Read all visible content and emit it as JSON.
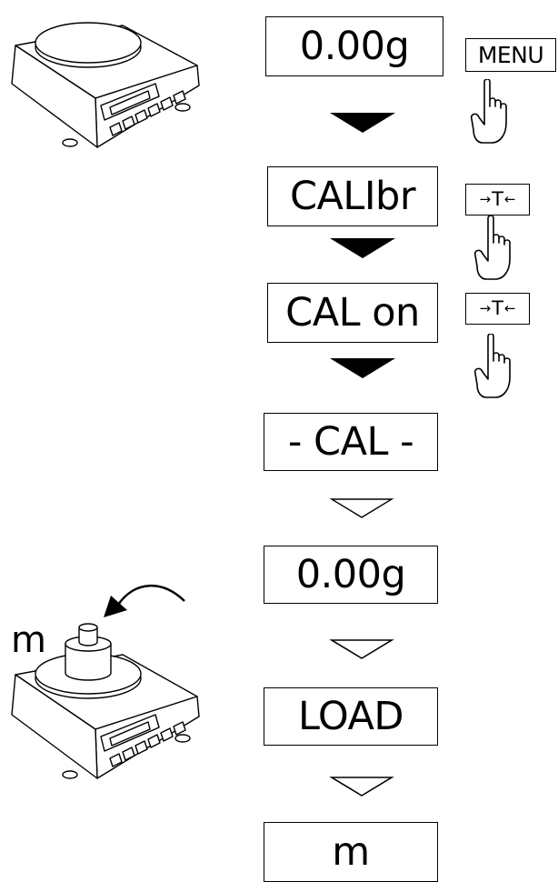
{
  "steps": [
    {
      "display": "0.00g",
      "key": "MENU"
    },
    {
      "display": "CALIbr",
      "key": "tare"
    },
    {
      "display": "CAL on",
      "key": "tare"
    },
    {
      "display": "- CAL -"
    },
    {
      "display": "0.00g"
    },
    {
      "display": "LOAD"
    },
    {
      "display": "m"
    }
  ],
  "keys": {
    "menu_label": "MENU",
    "tare_left": "→",
    "tare_center": "T",
    "tare_right": "←"
  },
  "mass_label": "m",
  "arrows": {
    "user_action": "filled-triangle-down",
    "automatic": "outline-triangle-down"
  },
  "illustrations": [
    "scale-icon",
    "scale-with-mass-icon",
    "rotate-arrow-icon",
    "pointing-hand-icon"
  ]
}
